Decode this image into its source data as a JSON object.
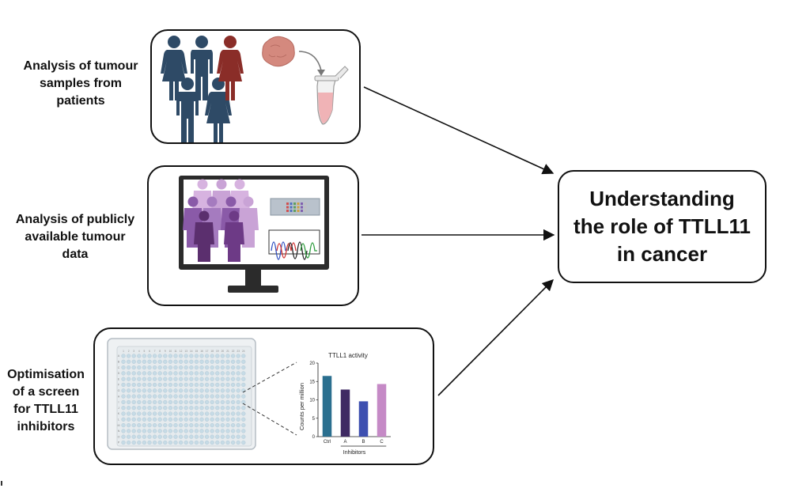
{
  "inputs": [
    {
      "lines": [
        "Analysis of tumour",
        "samples from",
        "patients"
      ]
    },
    {
      "lines": [
        "Analysis of publicly",
        "available tumour",
        "data"
      ]
    },
    {
      "lines": [
        "Optimisation",
        "of a screen",
        "for TTLL11",
        "inhibitors"
      ]
    }
  ],
  "target": {
    "lines": [
      "Understanding",
      "the role of TTLL11",
      "in cancer"
    ]
  },
  "plate": {
    "columns": [
      "1",
      "2",
      "3",
      "4",
      "5",
      "6",
      "7",
      "8",
      "9",
      "10",
      "11",
      "12",
      "13",
      "14",
      "15",
      "16",
      "17",
      "18",
      "19",
      "20",
      "21",
      "22",
      "23",
      "24"
    ],
    "rows": [
      "A",
      "B",
      "C",
      "D",
      "E",
      "F",
      "G",
      "H",
      "I",
      "J",
      "K",
      "L",
      "M",
      "N",
      "O",
      "P"
    ]
  },
  "chart_data": {
    "type": "bar",
    "title": "TTLL1 activity",
    "ylabel": "Counts per million",
    "xlabel": "Inhibitors",
    "categories": [
      "Ctrl",
      "A",
      "B",
      "C"
    ],
    "values": [
      16.5,
      12.8,
      9.6,
      14.3
    ],
    "colors": [
      "#2a6f8f",
      "#3f2a63",
      "#3d4fb0",
      "#c58ac6"
    ],
    "ylim": [
      0,
      20
    ],
    "yticks": [
      0,
      5,
      10,
      15,
      20
    ],
    "inhibitor_categories": [
      "A",
      "B",
      "C"
    ]
  },
  "colors": {
    "person_blue": "#2e4a66",
    "person_red": "#8a2d28",
    "purple_dark": "#5b2f6e",
    "purple_mid": "#8a5aa8",
    "purple_light": "#c9a3d6",
    "well_color": "#c6dbe6"
  }
}
